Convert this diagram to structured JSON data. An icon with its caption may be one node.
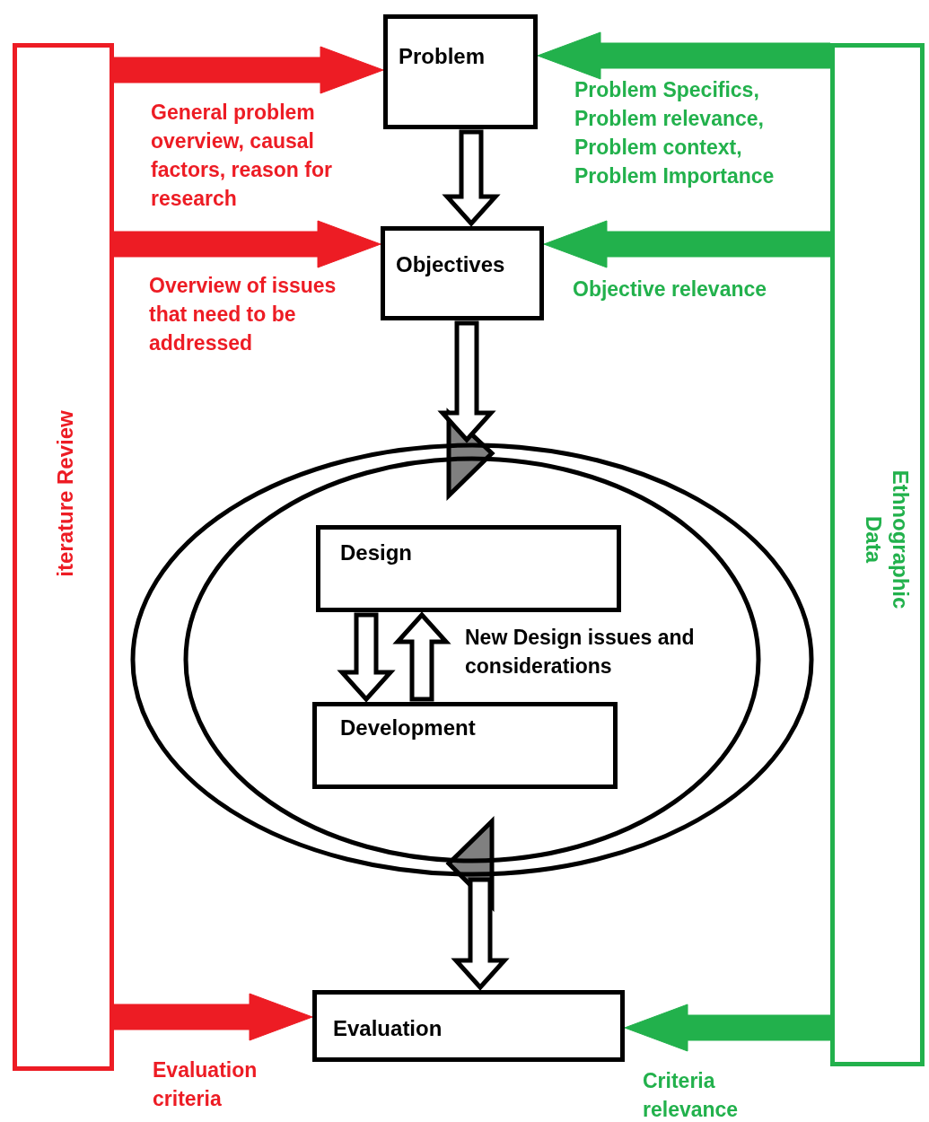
{
  "diagram": {
    "nodes": [
      {
        "text": [
          "Problem"
        ]
      },
      {
        "text": [
          "Objectives"
        ]
      },
      {
        "text": [],
        "shape": "ellipse"
      },
      {
        "text": [
          "Design"
        ],
        "in": 2
      },
      {
        "text": [
          "Development"
        ],
        "in": 2
      },
      {
        "text": [
          "Evaluation"
        ]
      },
      {
        "text": [
          "iterature Review"
        ]
      },
      {
        "text": [
          "Ethnographic Data"
        ]
      }
    ],
    "edges": [
      {
        "from": 0,
        "to": 1,
        "arrow": "to"
      },
      {
        "from": 1,
        "to": 2,
        "arrow": "to"
      },
      {
        "from": 2,
        "to": 5,
        "arrow": "to"
      },
      {
        "from": 3,
        "to": 4,
        "arrow": "to"
      },
      {
        "from": 4,
        "to": 3,
        "arrow": "to",
        "label": "New Design issues and considerations"
      },
      {
        "from": 6,
        "to": 0,
        "arrow": "to",
        "style": "thick",
        "color": "#ed1c24",
        "label": "General problem overview, causal factors, reason for research"
      },
      {
        "from": 6,
        "to": 1,
        "arrow": "to",
        "style": "thick",
        "color": "#ed1c24",
        "label": "Overview of issues that need to be addressed"
      },
      {
        "from": 6,
        "to": 5,
        "arrow": "to",
        "style": "thick",
        "color": "#ed1c24",
        "label": "Evaluation criteria"
      },
      {
        "from": 7,
        "to": 0,
        "arrow": "to",
        "style": "thick",
        "color": "#22b14c",
        "label": "Problem Specifics, Problem relevance, Problem context, Problem Importance"
      },
      {
        "from": 7,
        "to": 1,
        "arrow": "to",
        "style": "thick",
        "color": "#22b14c",
        "label": "Objective relevance"
      },
      {
        "from": 7,
        "to": 5,
        "arrow": "to",
        "style": "thick",
        "color": "#22b14c",
        "label": "Criteria relevance"
      }
    ]
  }
}
